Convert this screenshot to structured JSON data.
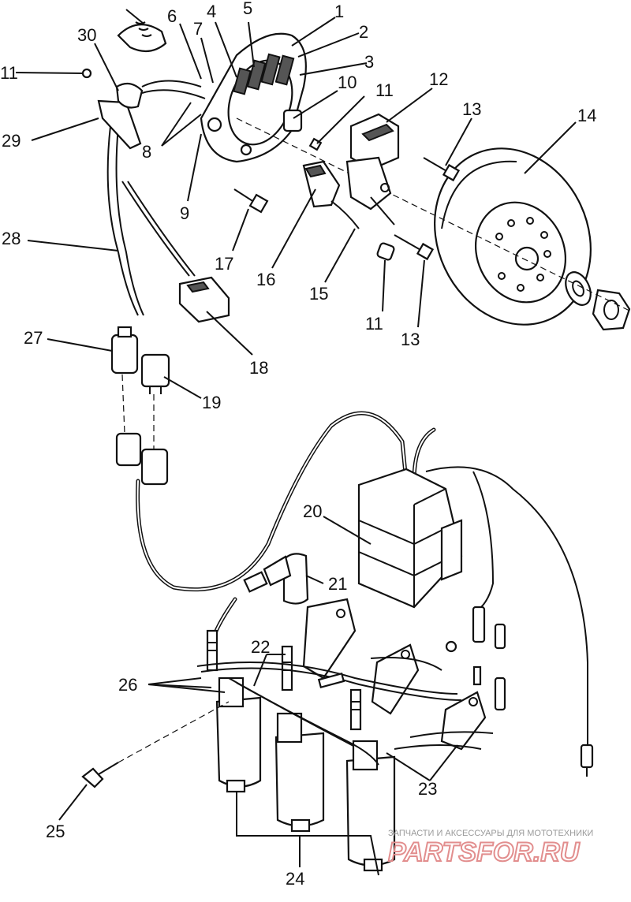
{
  "callouts": {
    "c1": "1",
    "c2": "2",
    "c3": "3",
    "c4": "4",
    "c5": "5",
    "c6": "6",
    "c7": "7",
    "c8": "8",
    "c9": "9",
    "c10": "10",
    "c11a": "11",
    "c11b": "11",
    "c11c": "11",
    "c12": "12",
    "c13a": "13",
    "c13b": "13",
    "c14": "14",
    "c15": "15",
    "c16": "16",
    "c17": "17",
    "c18": "18",
    "c19": "19",
    "c20": "20",
    "c21": "21",
    "c22": "22",
    "c23": "23",
    "c24": "24",
    "c25": "25",
    "c26": "26",
    "c27": "27",
    "c28": "28",
    "c29": "29",
    "c30": "30"
  },
  "watermark": {
    "tagline": "ЗАПЧАСТИ И АКСЕССУАРЫ ДЛЯ МОТОТЕХНИКИ",
    "brand": "PARTSFOR.RU"
  }
}
